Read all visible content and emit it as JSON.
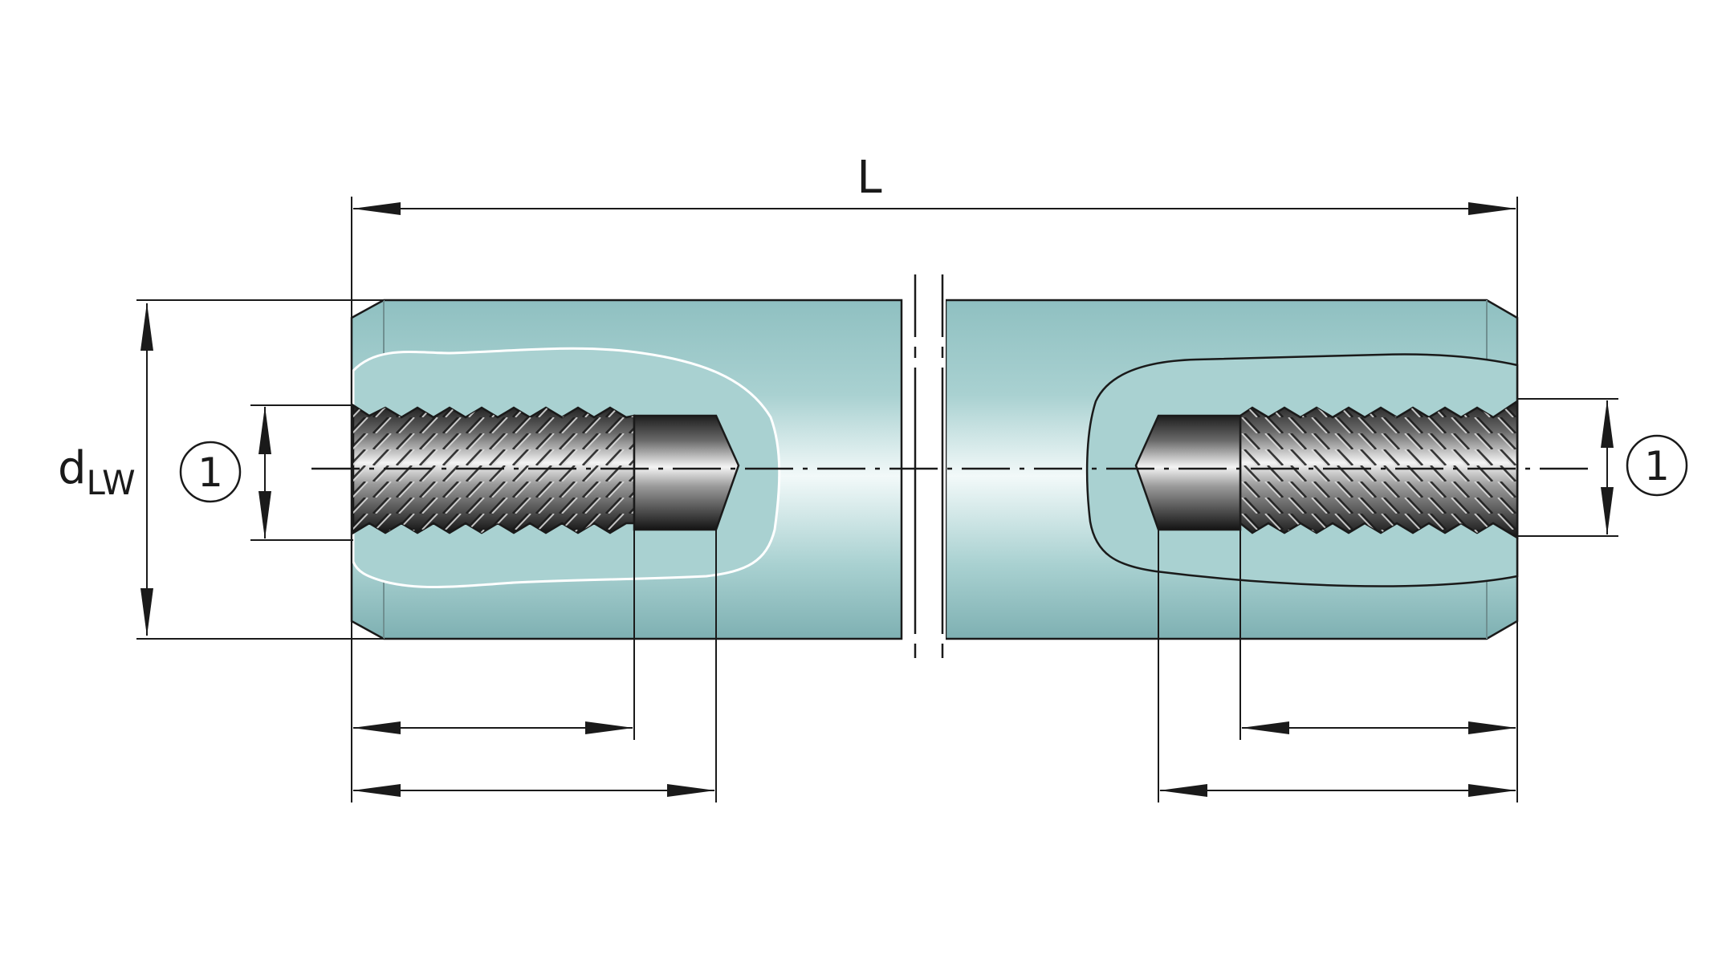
{
  "labels": {
    "length": "L",
    "diameter_main": "d",
    "diameter_sub": "LW",
    "callout_left": "1",
    "callout_right": "1"
  },
  "colors": {
    "body": "#a9d1d1",
    "highlight": "#eef7f7",
    "thread": "#2b2b2b",
    "outline": "#1a1a1a"
  }
}
